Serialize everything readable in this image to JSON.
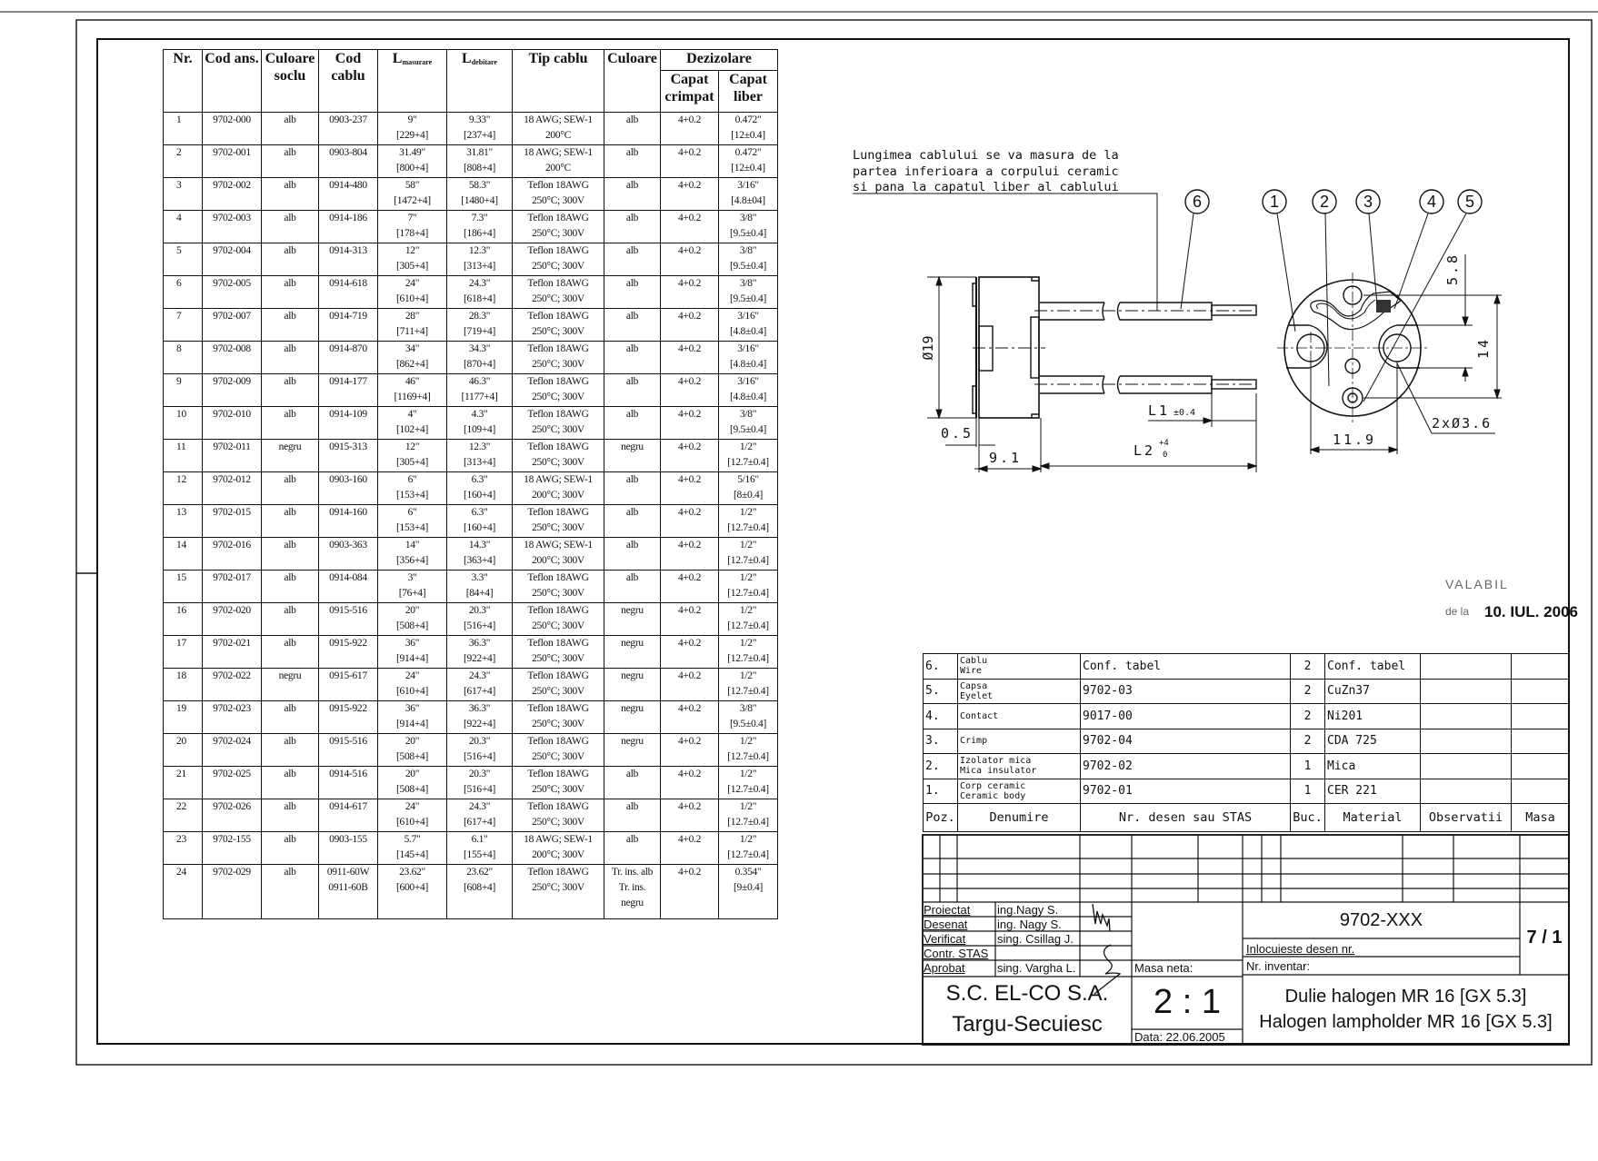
{
  "cable_table": {
    "headers": {
      "nr": "Nr.",
      "cod_ans": "Cod ans.",
      "culoare_soclu": "Culoare\nsoclu",
      "cod_cablu": "Cod\ncablu",
      "l_masurare_main": "L",
      "l_masurare_sub": "masurare",
      "l_debitare_main": "L",
      "l_debitare_sub": "debitare",
      "tip_cablu": "Tip cablu",
      "culoare": "Culoare",
      "dezizolare": "Dezizolare",
      "capat_crimpat": "Capat\ncrimpat",
      "capat_liber": "Capat\nliber"
    },
    "rows": [
      [
        "1",
        "9702-000",
        "alb",
        "0903-237",
        "9\"\n[229+4]",
        "9.33\"\n[237+4]",
        "18 AWG; SEW-1\n200°C",
        "alb",
        "4+0.2",
        "0.472\"\n[12±0.4]"
      ],
      [
        "2",
        "9702-001",
        "alb",
        "0903-804",
        "31.49\"\n[800+4]",
        "31.81\"\n[808+4]",
        "18 AWG; SEW-1\n200°C",
        "alb",
        "4+0.2",
        "0.472\"\n[12±0.4]"
      ],
      [
        "3",
        "9702-002",
        "alb",
        "0914-480",
        "58\"\n[1472+4]",
        "58.3\"\n[1480+4]",
        "Teflon 18AWG\n250°C; 300V",
        "alb",
        "4+0.2",
        "3/16\"\n[4.8±04]"
      ],
      [
        "4",
        "9702-003",
        "alb",
        "0914-186",
        "7\"\n[178+4]",
        "7.3\"\n[186+4]",
        "Teflon 18AWG\n250°C; 300V",
        "alb",
        "4+0.2",
        "3/8\"\n[9.5±0.4]"
      ],
      [
        "5",
        "9702-004",
        "alb",
        "0914-313",
        "12\"\n[305+4]",
        "12.3\"\n[313+4]",
        "Teflon 18AWG\n250°C; 300V",
        "alb",
        "4+0.2",
        "3/8\"\n[9.5±0.4]"
      ],
      [
        "6",
        "9702-005",
        "alb",
        "0914-618",
        "24\"\n[610+4]",
        "24.3\"\n[618+4]",
        "Teflon 18AWG\n250°C; 300V",
        "alb",
        "4+0.2",
        "3/8\"\n[9.5±0.4]"
      ],
      [
        "7",
        "9702-007",
        "alb",
        "0914-719",
        "28\"\n[711+4]",
        "28.3\"\n[719+4]",
        "Teflon 18AWG\n250°C; 300V",
        "alb",
        "4+0.2",
        "3/16\"\n[4.8±0.4]"
      ],
      [
        "8",
        "9702-008",
        "alb",
        "0914-870",
        "34\"\n[862+4]",
        "34.3\"\n[870+4]",
        "Teflon 18AWG\n250°C; 300V",
        "alb",
        "4+0.2",
        "3/16\"\n[4.8±0.4]"
      ],
      [
        "9",
        "9702-009",
        "alb",
        "0914-177",
        "46\"\n[1169+4]",
        "46.3\"\n[1177+4]",
        "Teflon 18AWG\n250°C; 300V",
        "alb",
        "4+0.2",
        "3/16\"\n[4.8±0.4]"
      ],
      [
        "10",
        "9702-010",
        "alb",
        "0914-109",
        "4\"\n[102+4]",
        "4.3\"\n[109+4]",
        "Teflon 18AWG\n250°C; 300V",
        "alb",
        "4+0.2",
        "3/8\"\n[9.5±0.4]"
      ],
      [
        "11",
        "9702-011",
        "negru",
        "0915-313",
        "12\"\n[305+4]",
        "12.3\"\n[313+4]",
        "Teflon 18AWG\n250°C; 300V",
        "negru",
        "4+0.2",
        "1/2\"\n[12.7±0.4]"
      ],
      [
        "12",
        "9702-012",
        "alb",
        "0903-160",
        "6\"\n[153+4]",
        "6.3\"\n[160+4]",
        "18 AWG; SEW-1\n200°C; 300V",
        "alb",
        "4+0.2",
        "5/16\"\n[8±0.4]"
      ],
      [
        "13",
        "9702-015",
        "alb",
        "0914-160",
        "6\"\n[153+4]",
        "6.3\"\n[160+4]",
        "Teflon 18AWG\n250°C; 300V",
        "alb",
        "4+0.2",
        "1/2\"\n[12.7±0.4]"
      ],
      [
        "14",
        "9702-016",
        "alb",
        "0903-363",
        "14\"\n[356+4]",
        "14.3\"\n[363+4]",
        "18 AWG; SEW-1\n200°C; 300V",
        "alb",
        "4+0.2",
        "1/2\"\n[12.7±0.4]"
      ],
      [
        "15",
        "9702-017",
        "alb",
        "0914-084",
        "3\"\n[76+4]",
        "3.3\"\n[84+4]",
        "Teflon 18AWG\n250°C; 300V",
        "alb",
        "4+0.2",
        "1/2\"\n[12.7±0.4]"
      ],
      [
        "16",
        "9702-020",
        "alb",
        "0915-516",
        "20\"\n[508+4]",
        "20.3\"\n[516+4]",
        "Teflon 18AWG\n250°C; 300V",
        "negru",
        "4+0.2",
        "1/2\"\n[12.7±0.4]"
      ],
      [
        "17",
        "9702-021",
        "alb",
        "0915-922",
        "36\"\n[914+4]",
        "36.3\"\n[922+4]",
        "Teflon 18AWG\n250°C; 300V",
        "negru",
        "4+0.2",
        "1/2\"\n[12.7±0.4]"
      ],
      [
        "18",
        "9702-022",
        "negru",
        "0915-617",
        "24\"\n[610+4]",
        "24.3\"\n[617+4]",
        "Teflon 18AWG\n250°C; 300V",
        "negru",
        "4+0.2",
        "1/2\"\n[12.7±0.4]"
      ],
      [
        "19",
        "9702-023",
        "alb",
        "0915-922",
        "36\"\n[914+4]",
        "36.3\"\n[922+4]",
        "Teflon 18AWG\n250°C; 300V",
        "negru",
        "4+0.2",
        "3/8\"\n[9.5±0.4]"
      ],
      [
        "20",
        "9702-024",
        "alb",
        "0915-516",
        "20\"\n[508+4]",
        "20.3\"\n[516+4]",
        "Teflon 18AWG\n250°C; 300V",
        "negru",
        "4+0.2",
        "1/2\"\n[12.7±0.4]"
      ],
      [
        "21",
        "9702-025",
        "alb",
        "0914-516",
        "20\"\n[508+4]",
        "20.3\"\n[516+4]",
        "Teflon 18AWG\n250°C; 300V",
        "alb",
        "4+0.2",
        "1/2\"\n[12.7±0.4]"
      ],
      [
        "22",
        "9702-026",
        "alb",
        "0914-617",
        "24\"\n[610+4]",
        "24.3\"\n[617+4]",
        "Teflon 18AWG\n250°C; 300V",
        "alb",
        "4+0.2",
        "1/2\"\n[12.7±0.4]"
      ],
      [
        "23",
        "9702-155",
        "alb",
        "0903-155",
        "5.7\"\n[145+4]",
        "6.1\"\n[155+4]",
        "18 AWG; SEW-1\n200°C; 300V",
        "alb",
        "4+0.2",
        "1/2\"\n[12.7±0.4]"
      ],
      [
        "24",
        "9702-029",
        "alb",
        "0911-60W\n0911-60B",
        "23.62\"\n[600+4]",
        "23.62\"\n[608+4]",
        "Teflon 18AWG\n250°C; 300V",
        "Tr. ins. alb\nTr. ins.\nnegru",
        "4+0.2",
        "0.354\"\n[9±0.4]"
      ]
    ]
  },
  "drawing": {
    "note_lines": [
      "Lungimea cablului se va masura de la",
      "partea inferioara a corpului ceramic",
      "si pana la capatul liber al cablului"
    ],
    "balloons": [
      "1",
      "2",
      "3",
      "4",
      "5",
      "6"
    ],
    "dims": {
      "diameter": "Ø19",
      "flange": "0.5",
      "body": "9.1",
      "l1": "L1",
      "l1_tol": "±0.4",
      "l2": "L2",
      "l2_tol_upper": "+4",
      "l2_tol_lower": "0",
      "offset": "5.8",
      "spacing": "14",
      "pin_spacing": "11.9",
      "holes": "2xØ3.6"
    }
  },
  "stamp": {
    "line1": "VALABIL",
    "prefix": "de la",
    "date": "10. IUL. 2006"
  },
  "parts_list": {
    "rows": [
      {
        "poz": "6.",
        "den": "Cablu\nWire",
        "nr": "Conf. tabel",
        "buc": "2",
        "material": "Conf. tabel"
      },
      {
        "poz": "5.",
        "den": "Capsa\nEyelet",
        "nr": "9702-03",
        "buc": "2",
        "material": "CuZn37"
      },
      {
        "poz": "4.",
        "den": "Contact",
        "nr": "9017-00",
        "buc": "2",
        "material": "Ni201"
      },
      {
        "poz": "3.",
        "den": "Crimp",
        "nr": "9702-04",
        "buc": "2",
        "material": "CDA 725"
      },
      {
        "poz": "2.",
        "den": "Izolator mica\nMica insulator",
        "nr": "9702-02",
        "buc": "1",
        "material": "Mica"
      },
      {
        "poz": "1.",
        "den": "Corp ceramic\nCeramic body",
        "nr": "9702-01",
        "buc": "1",
        "material": "CER 221"
      }
    ],
    "headers": {
      "poz": "Poz.",
      "den": "Denumire",
      "nr": "Nr. desen sau STAS",
      "buc": "Buc.",
      "material": "Material",
      "obs": "Observatii",
      "masa": "Masa"
    }
  },
  "title_block": {
    "signatures": [
      {
        "role": "Proiectat",
        "name": "ing.Nagy S."
      },
      {
        "role": "Desenat",
        "name": "ing. Nagy S."
      },
      {
        "role": "Verificat",
        "name": "sing. Csillag J."
      },
      {
        "role": "Contr. STAS",
        "name": ""
      },
      {
        "role": "Aprobat",
        "name": "sing. Vargha L."
      }
    ],
    "masa_neta": "Masa neta:",
    "company_line1": "S.C. EL-CO S.A.",
    "company_line2": "Targu-Secuiesc",
    "scale": "2 : 1",
    "date": "Data: 22.06.2005",
    "drawing_number": "9702-XXX",
    "replaces": "Inlocuieste desen nr.",
    "inventory": "Nr. inventar:",
    "sheet": "7 / 1",
    "title_ro": "Dulie halogen MR 16 [GX 5.3]",
    "title_en": "Halogen lampholder MR 16  [GX 5.3]"
  }
}
